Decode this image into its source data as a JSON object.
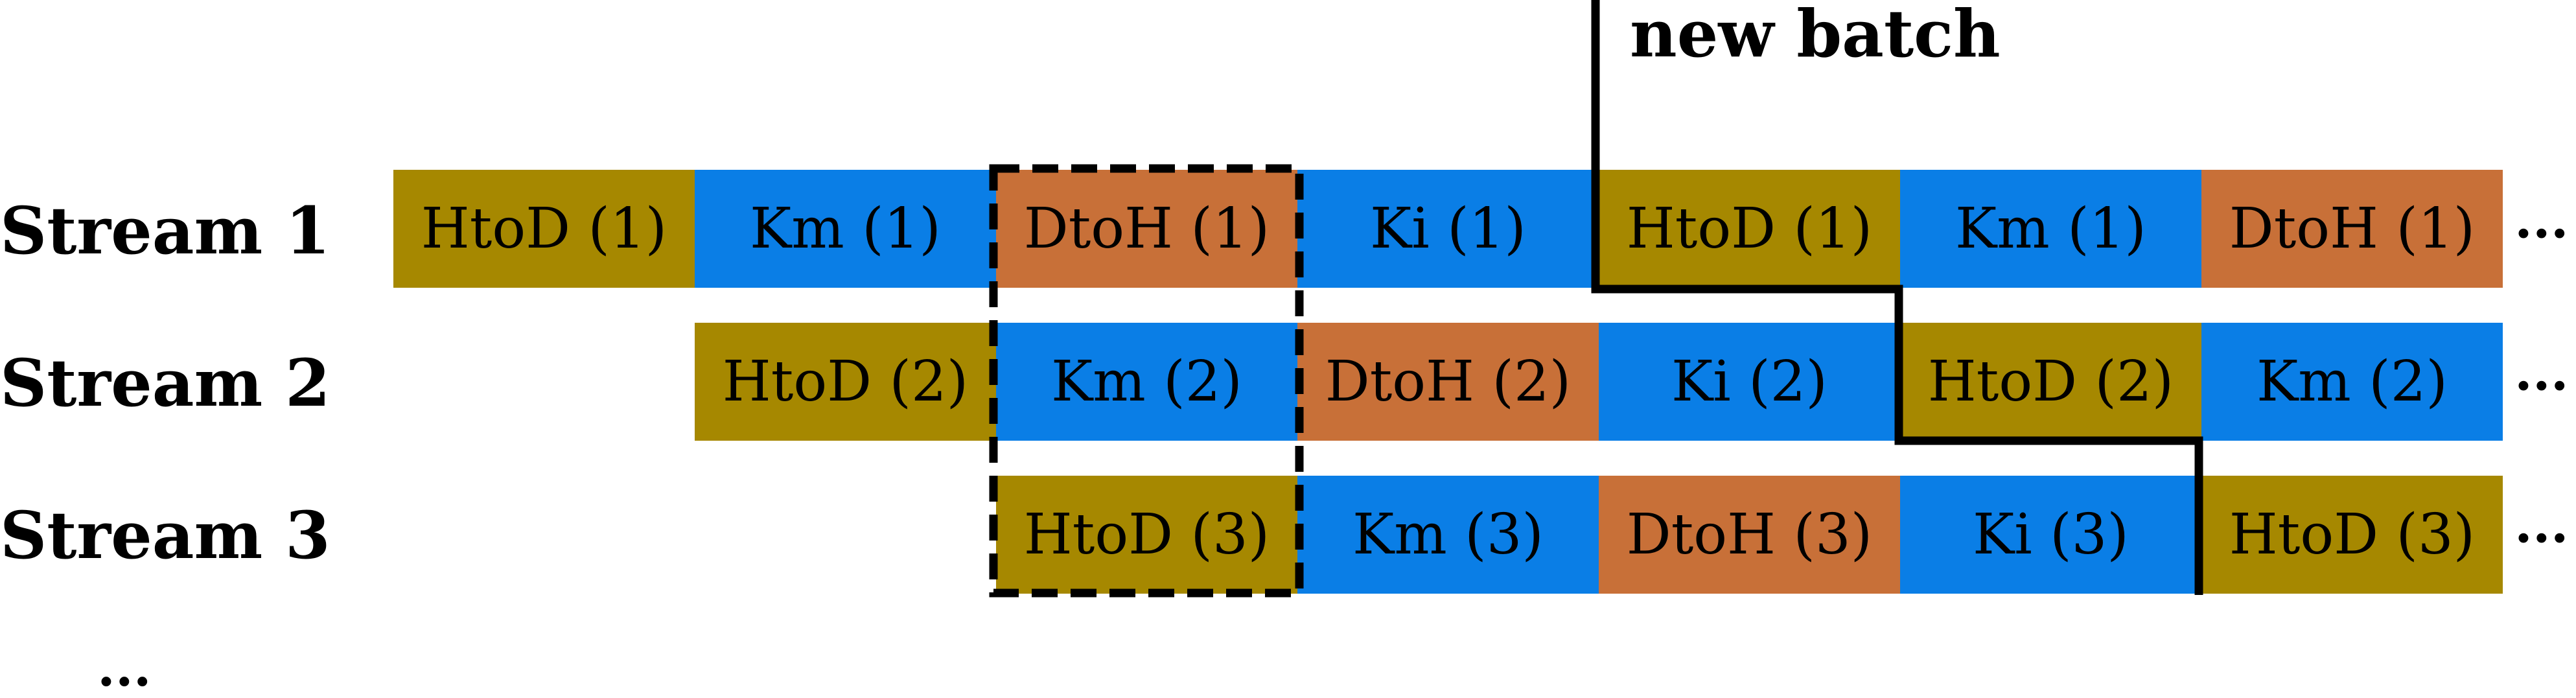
{
  "colors": {
    "HtoD": "#a68800",
    "Km": "#0a7ee6",
    "Ki": "#0a7ee6",
    "DtoH": "#c87038"
  },
  "annotation": "new batch",
  "ellipsis": "···",
  "bottom_ellipsis": "...",
  "streams": [
    {
      "label": "Stream 1",
      "blocks": [
        {
          "type": "HtoD",
          "text": "HtoD (1)"
        },
        {
          "type": "Km",
          "text": "Km (1)"
        },
        {
          "type": "DtoH",
          "text": "DtoH (1)"
        },
        {
          "type": "Ki",
          "text": "Ki (1)"
        },
        {
          "type": "HtoD",
          "text": "HtoD (1)"
        },
        {
          "type": "Km",
          "text": "Km (1)"
        },
        {
          "type": "DtoH",
          "text": "DtoH (1)"
        }
      ]
    },
    {
      "label": "Stream 2",
      "blocks": [
        {
          "type": "HtoD",
          "text": "HtoD (2)"
        },
        {
          "type": "Km",
          "text": "Km (2)"
        },
        {
          "type": "DtoH",
          "text": "DtoH (2)"
        },
        {
          "type": "Ki",
          "text": "Ki (2)"
        },
        {
          "type": "HtoD",
          "text": "HtoD (2)"
        },
        {
          "type": "Km",
          "text": "Km (2)"
        }
      ]
    },
    {
      "label": "Stream 3",
      "blocks": [
        {
          "type": "HtoD",
          "text": "HtoD (3)"
        },
        {
          "type": "Km",
          "text": "Km (3)"
        },
        {
          "type": "DtoH",
          "text": "DtoH (3)"
        },
        {
          "type": "Ki",
          "text": "Ki (3)"
        },
        {
          "type": "HtoD",
          "text": "HtoD (3)"
        }
      ]
    }
  ]
}
